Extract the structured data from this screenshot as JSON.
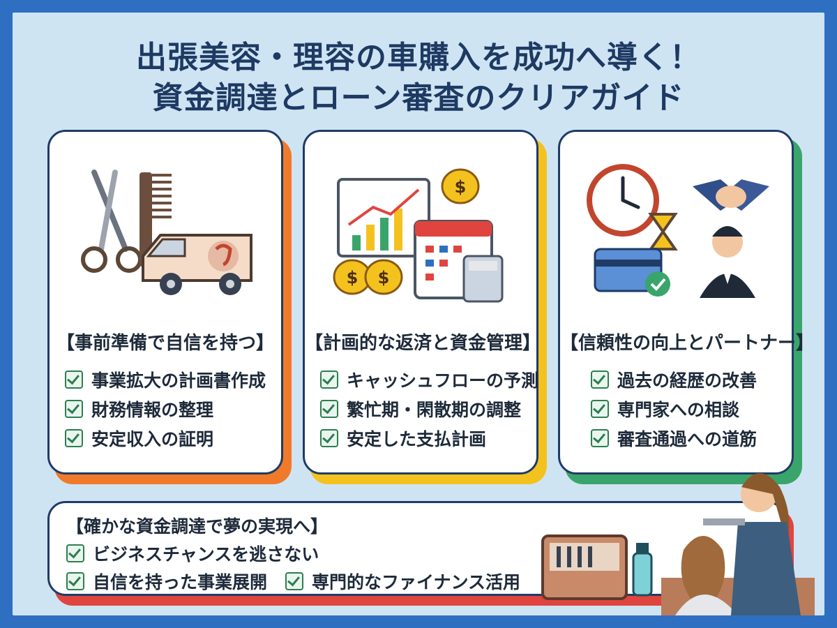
{
  "title": {
    "line1": "出張美容・理容の車購入を成功へ導く！",
    "line2": "資金調達とローン審査のクリアガイド"
  },
  "cards": [
    {
      "title": "【事前準備で自信を持つ】",
      "items": [
        "事業拡大の計画書作成",
        "財務情報の整理",
        "安定収入の証明"
      ],
      "accent": "#f07a2a",
      "icons": [
        "scissors-icon",
        "comb-icon",
        "van-icon"
      ]
    },
    {
      "title": "【計画的な返済と資金管理】",
      "items": [
        "キャッシュフローの予測",
        "繁忙期・閑散期の調整",
        "安定した支払計画"
      ],
      "accent": "#f4c21f",
      "icons": [
        "chart-icon",
        "money-bag-icon",
        "calendar-icon",
        "calculator-icon"
      ]
    },
    {
      "title": "【信頼性の向上とパートナー】",
      "items": [
        "過去の経歴の改善",
        "専門家への相談",
        "審査通過への道筋"
      ],
      "accent": "#3aa56b",
      "icons": [
        "clock-icon",
        "hourglass-icon",
        "handshake-icon",
        "credit-card-icon",
        "advisor-icon"
      ]
    }
  ],
  "bottom": {
    "title": "【確かな資金調達で夢の実現へ】",
    "items": [
      "ビジネスチャンスを逃さない",
      "自信を持った事業展開",
      "専門的なファイナンス活用"
    ],
    "accent": "#e0443f",
    "icons": [
      "toolbox-icon",
      "spray-bottle-icon",
      "stylist-icon"
    ]
  },
  "colors": {
    "frame": "#2f6fc1",
    "background": "#cfe4f3",
    "border": "#1f3b66",
    "check": "#2e7d4f"
  }
}
